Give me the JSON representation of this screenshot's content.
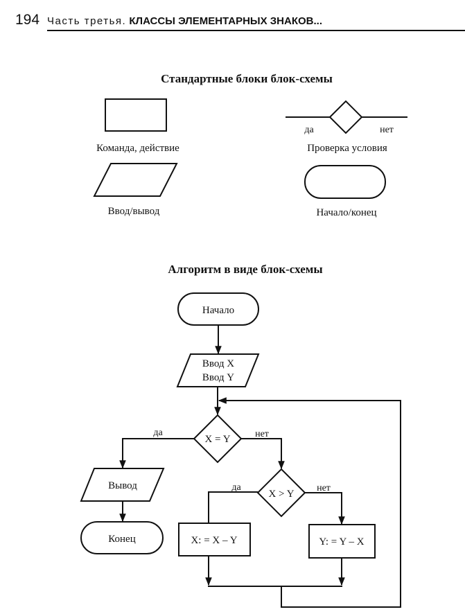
{
  "header": {
    "page_number": "194",
    "part": "Часть третья.",
    "section": "КЛАССЫ ЭЛЕМЕНТАРНЫХ ЗНАКОВ..."
  },
  "legend": {
    "title": "Стандартные блоки блок-схемы",
    "command": "Команда, действие",
    "condition": "Проверка условия",
    "condition_yes": "да",
    "condition_no": "нет",
    "io": "Ввод/вывод",
    "terminal": "Начало/конец"
  },
  "algorithm": {
    "title": "Алгоритм в виде блок-схемы",
    "start": "Начало",
    "input_x": "Ввод X",
    "input_y": "Ввод Y",
    "cond1": "X = Y",
    "cond1_yes": "да",
    "cond1_no": "нет",
    "output": "Вывод",
    "end": "Конец",
    "cond2": "X > Y",
    "cond2_yes": "да",
    "cond2_no": "нет",
    "assign_x": "X: = X – Y",
    "assign_y": "Y: = Y – X"
  }
}
